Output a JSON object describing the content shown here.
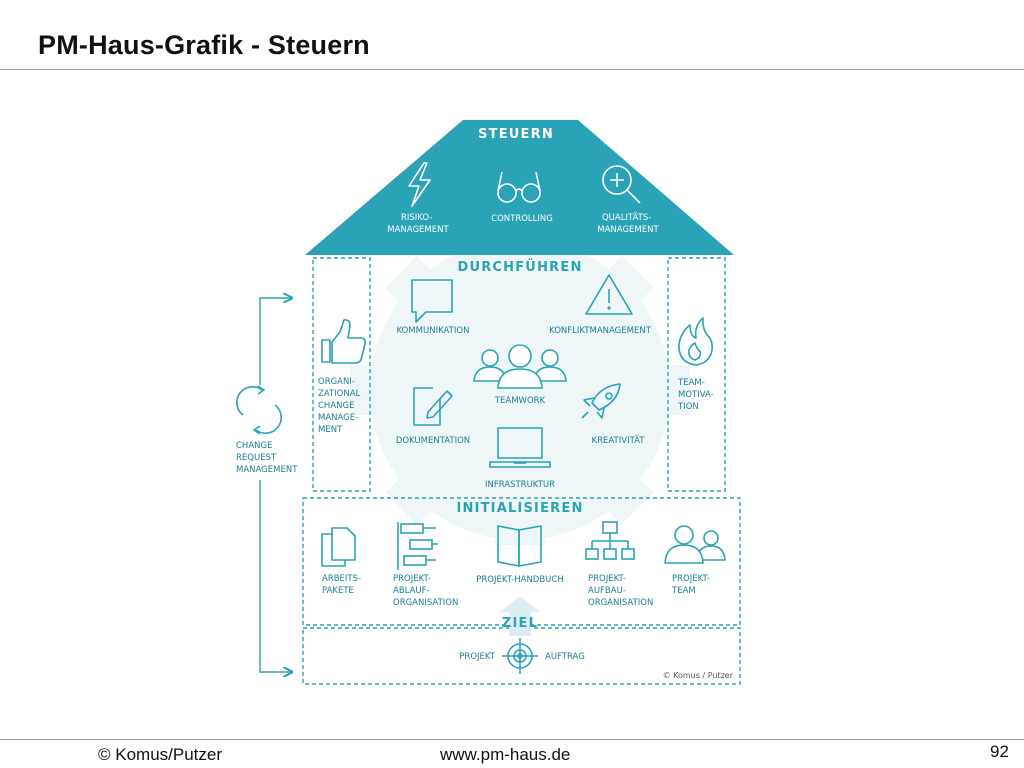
{
  "slide": {
    "title": "PM-Haus-Grafik - Steuern",
    "page_number": "92"
  },
  "footer": {
    "left": "© Komus/Putzer",
    "center": "www.pm-haus.de"
  },
  "colors": {
    "teal": "#2aa3b6",
    "text": "#1a7f92",
    "white": "#ffffff"
  },
  "house": {
    "roof": {
      "title": "STEUERN",
      "items": [
        {
          "icon": "lightning-icon",
          "label": [
            "RISIKO-",
            "MANAGEMENT"
          ]
        },
        {
          "icon": "glasses-icon",
          "label": [
            "CONTROLLING"
          ]
        },
        {
          "icon": "magnifier-plus-icon",
          "label": [
            "QUALITÄTS-",
            "MANAGEMENT"
          ]
        }
      ]
    },
    "execute": {
      "title": "DURCHFÜHREN",
      "items": [
        {
          "icon": "speech-bubble-icon",
          "label": [
            "KOMMUNIKATION"
          ]
        },
        {
          "icon": "warning-triangle-icon",
          "label": [
            "KONFLIKTMANAGEMENT"
          ]
        },
        {
          "icon": "team-icon",
          "label": [
            "TEAMWORK"
          ]
        },
        {
          "icon": "edit-document-icon",
          "label": [
            "DOKUMENTATION"
          ]
        },
        {
          "icon": "rocket-icon",
          "label": [
            "KREATIVITÄT"
          ]
        },
        {
          "icon": "laptop-icon",
          "label": [
            "INFRASTRUKTUR"
          ]
        }
      ]
    },
    "left_pillar": {
      "icon": "thumbs-up-icon",
      "label": [
        "ORGANI-",
        "ZATIONAL",
        "CHANGE",
        "MANAGE-",
        "MENT"
      ]
    },
    "right_pillar": {
      "icon": "flame-icon",
      "label": [
        "TEAM-",
        "MOTIVA-",
        "TION"
      ]
    },
    "change_request": {
      "icon": "cycle-arrows-icon",
      "label": [
        "CHANGE",
        "REQUEST",
        "MANAGEMENT"
      ]
    },
    "initialize": {
      "title": "INITIALISIEREN",
      "items": [
        {
          "icon": "documents-icon",
          "label": [
            "ARBEITS-",
            "PAKETE"
          ]
        },
        {
          "icon": "gantt-icon",
          "label": [
            "PROJEKT-",
            "ABLAUF-",
            "ORGANISATION"
          ]
        },
        {
          "icon": "book-icon",
          "label": [
            "PROJEKT-HANDBUCH"
          ]
        },
        {
          "icon": "org-chart-icon",
          "label": [
            "PROJEKT-",
            "AUFBAU-",
            "ORGANISATION"
          ]
        },
        {
          "icon": "people-icon",
          "label": [
            "PROJEKT-",
            "TEAM"
          ]
        }
      ]
    },
    "goal": {
      "title": "ZIEL",
      "left": "PROJEKT",
      "right": "AUFTRAG",
      "icon": "target-icon"
    },
    "copyright": "© Komus / Putzer"
  }
}
